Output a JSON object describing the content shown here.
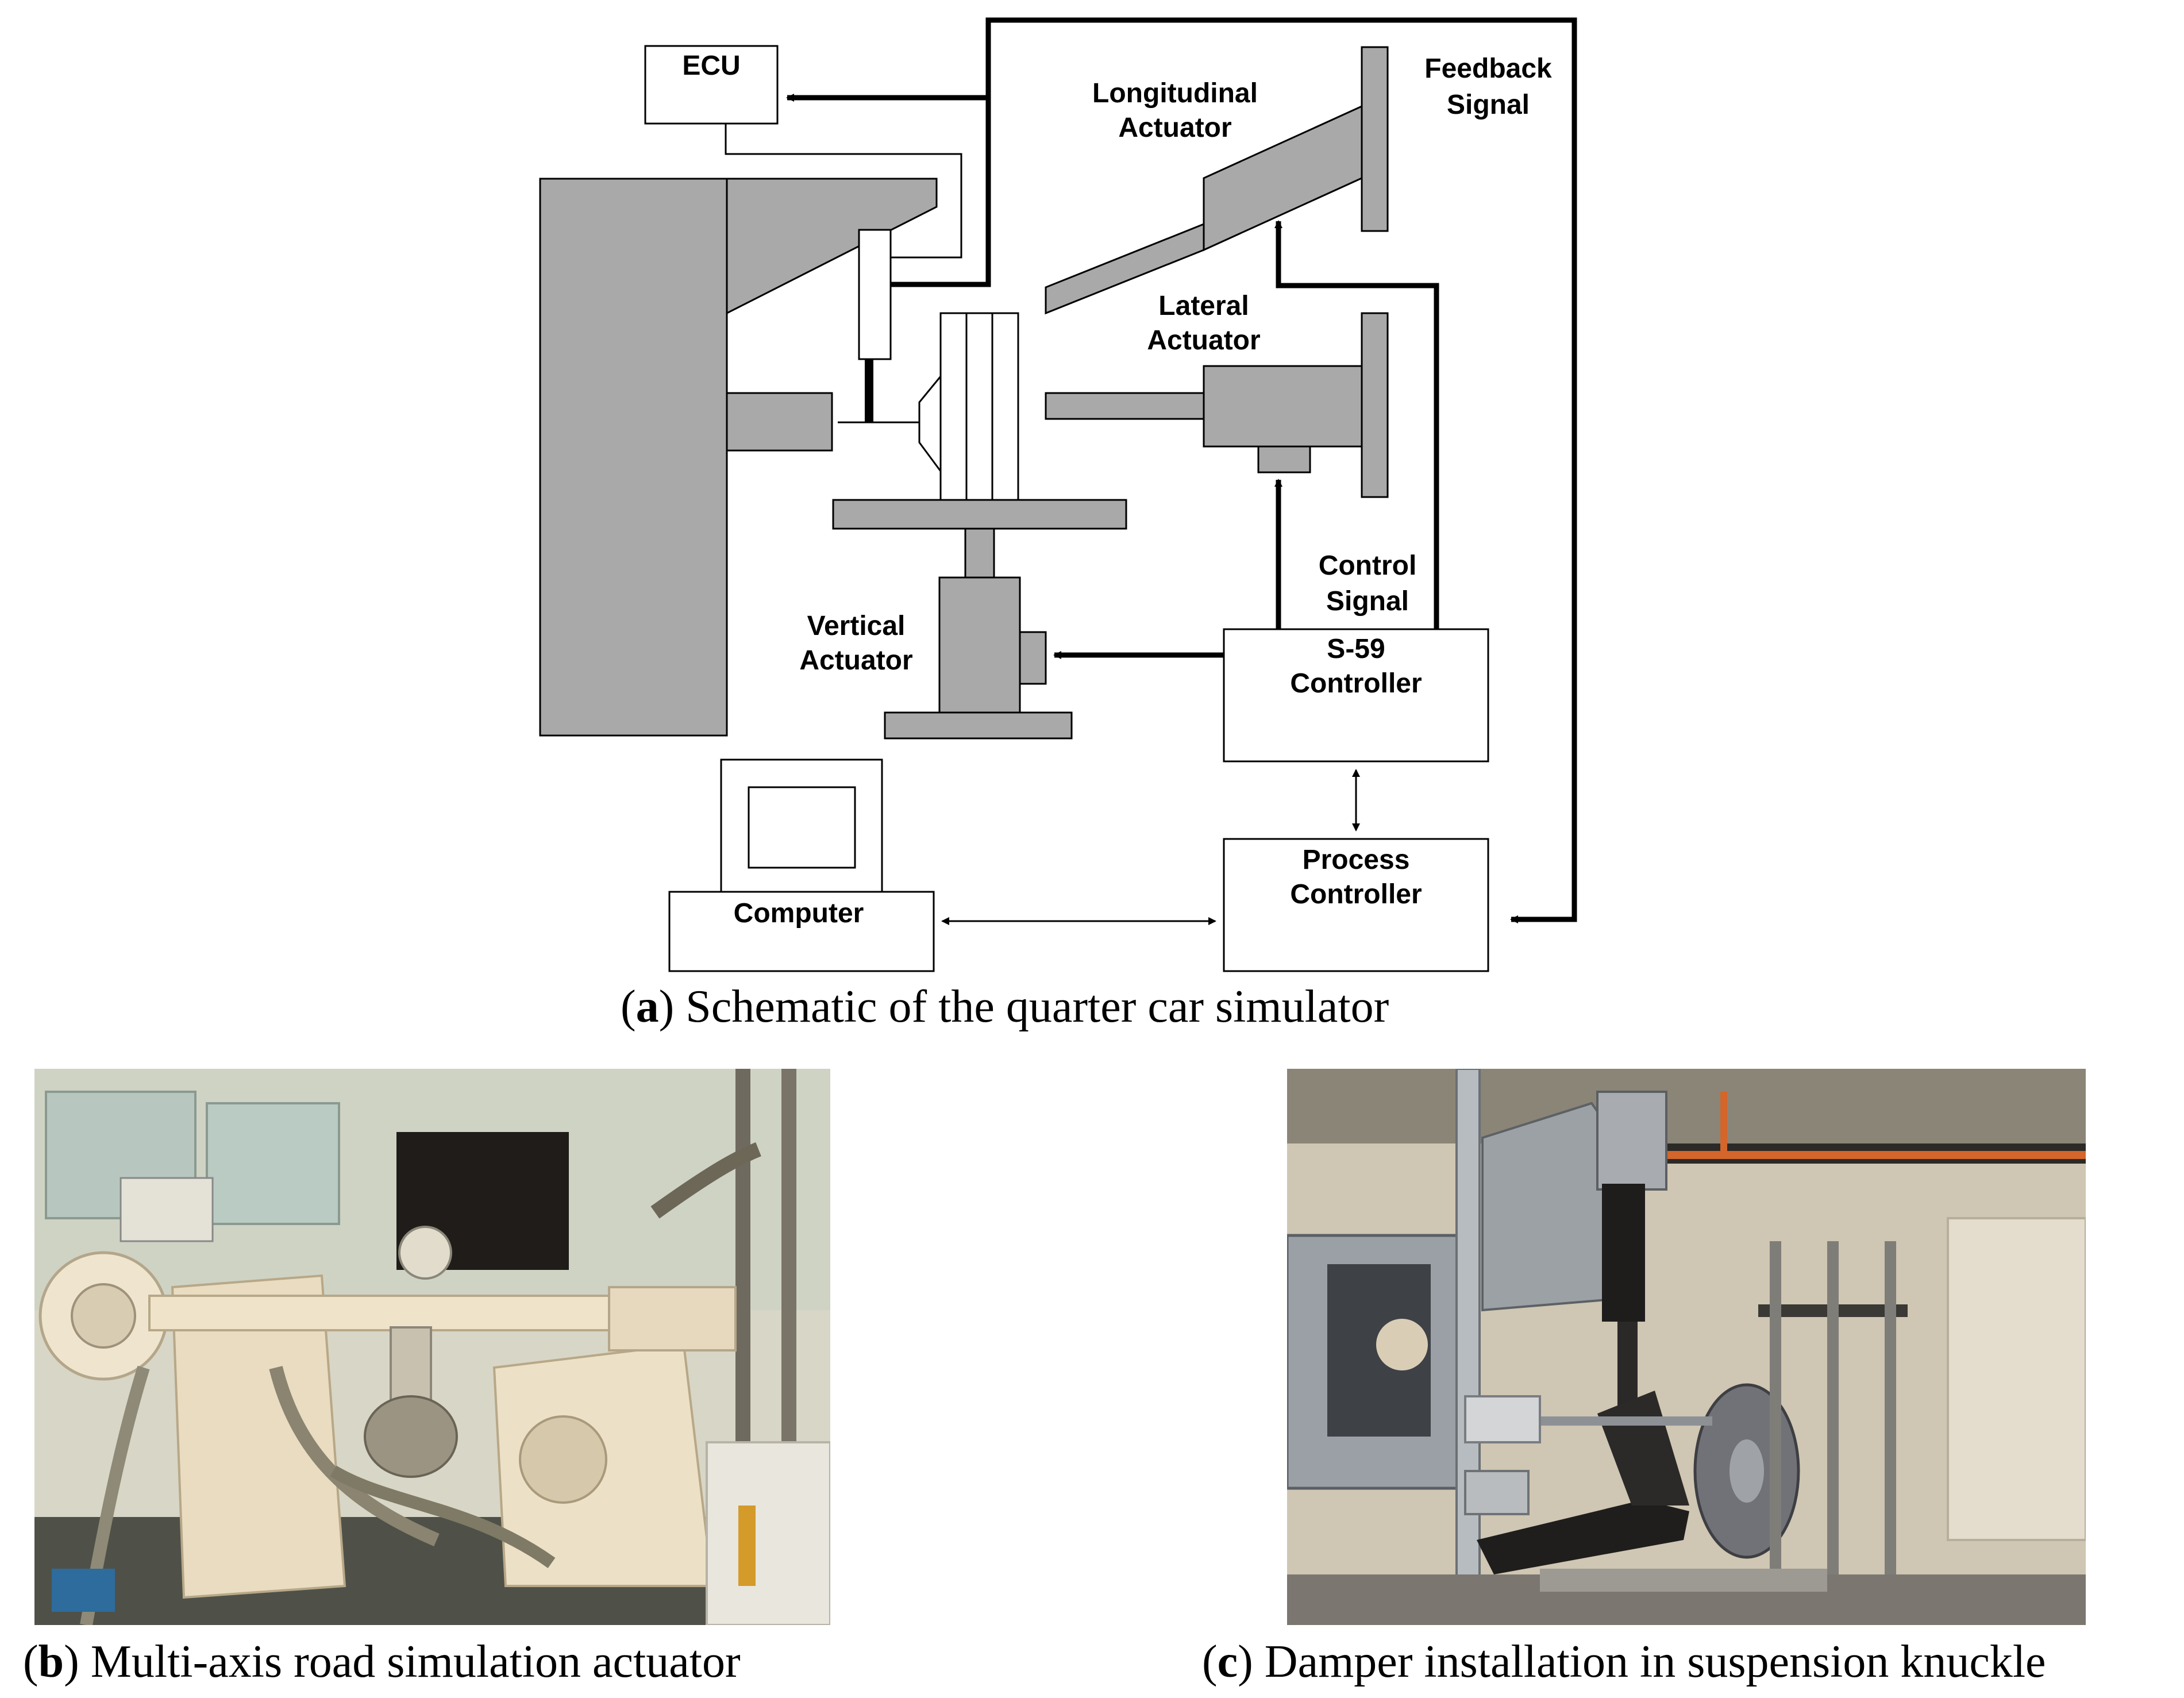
{
  "schematic": {
    "labels": {
      "ecu": "ECU",
      "longitudinal_1": "Longitudinal",
      "longitudinal_2": "Actuator",
      "feedback_1": "Feedback",
      "feedback_2": "Signal",
      "lateral_1": "Lateral",
      "lateral_2": "Actuator",
      "vertical_1": "Vertical",
      "vertical_2": "Actuator",
      "control_1": "Control",
      "control_2": "Signal",
      "s59_1": "S-59",
      "s59_2": "Controller",
      "process_1": "Process",
      "process_2": "Controller",
      "computer": "Computer"
    }
  },
  "captions": {
    "a": {
      "letter": "a",
      "text": "Schematic of the quarter car simulator"
    },
    "b": {
      "letter": "b",
      "text": "Multi-axis road simulation actuator"
    },
    "c": {
      "letter": "c",
      "text": "Damper installation in suspension knuckle"
    }
  },
  "colors": {
    "fill_gray": "#a9a9a9",
    "line": "#000000",
    "photo_b_bg": "#c9b98f",
    "photo_c_bg": "#b9b09a"
  }
}
